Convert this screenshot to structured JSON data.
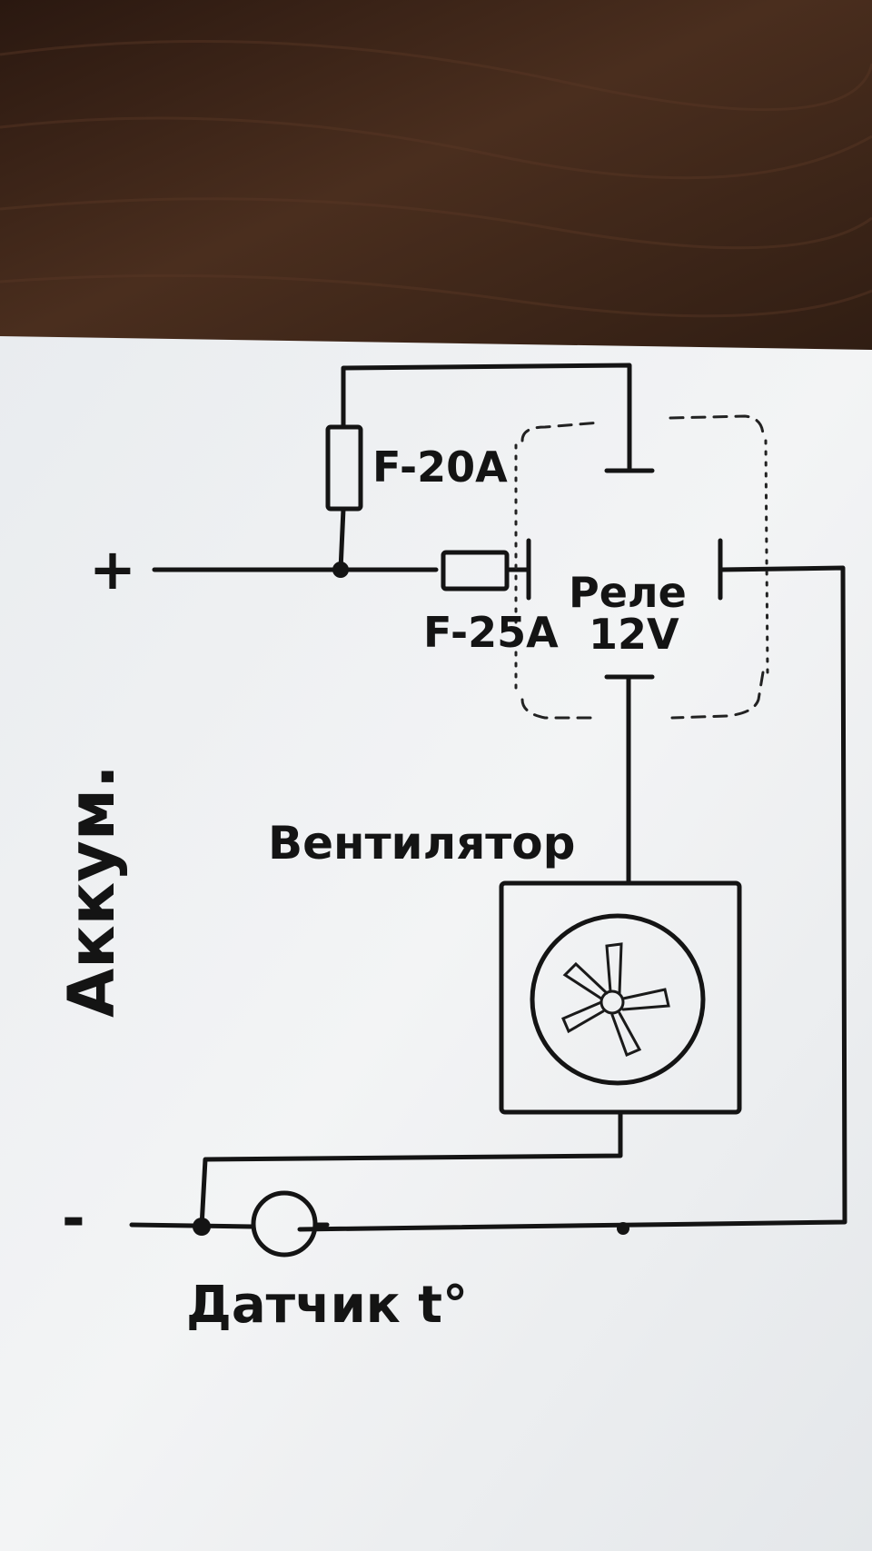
{
  "labels": {
    "battery_plus": "+",
    "battery_minus": "-",
    "battery_name": "Аккум.",
    "fuse_20a": "F-20A",
    "fuse_25a": "F-25A",
    "relay_name": "Реле",
    "relay_voltage": "12V",
    "fan_name": "Вентилятор",
    "sensor_name": "Датчик t°"
  },
  "colors": {
    "table_wood": "#3a2418",
    "paper": "#eef0f2",
    "ink": "#141414"
  }
}
